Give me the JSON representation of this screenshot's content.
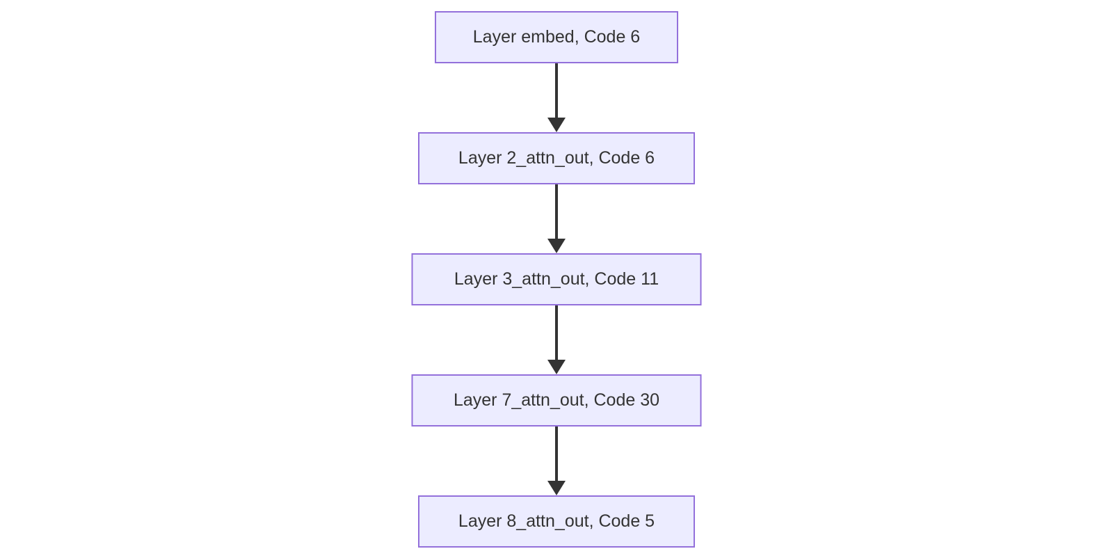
{
  "diagram": {
    "type": "flowchart",
    "direction": "top-down",
    "colors": {
      "background": "#FFFFFF",
      "node_fill": "#ECECFF",
      "node_border": "#9370DB",
      "node_text": "#333333",
      "arrow": "#333333"
    },
    "nodes": [
      {
        "label": "Layer embed, Code 6"
      },
      {
        "label": "Layer 2_attn_out, Code 6"
      },
      {
        "label": "Layer 3_attn_out, Code 11"
      },
      {
        "label": "Layer 7_attn_out, Code 30"
      },
      {
        "label": "Layer 8_attn_out, Code 5"
      }
    ],
    "edges": [
      {
        "from": 0,
        "to": 1
      },
      {
        "from": 1,
        "to": 2
      },
      {
        "from": 2,
        "to": 3
      },
      {
        "from": 3,
        "to": 4
      }
    ]
  }
}
